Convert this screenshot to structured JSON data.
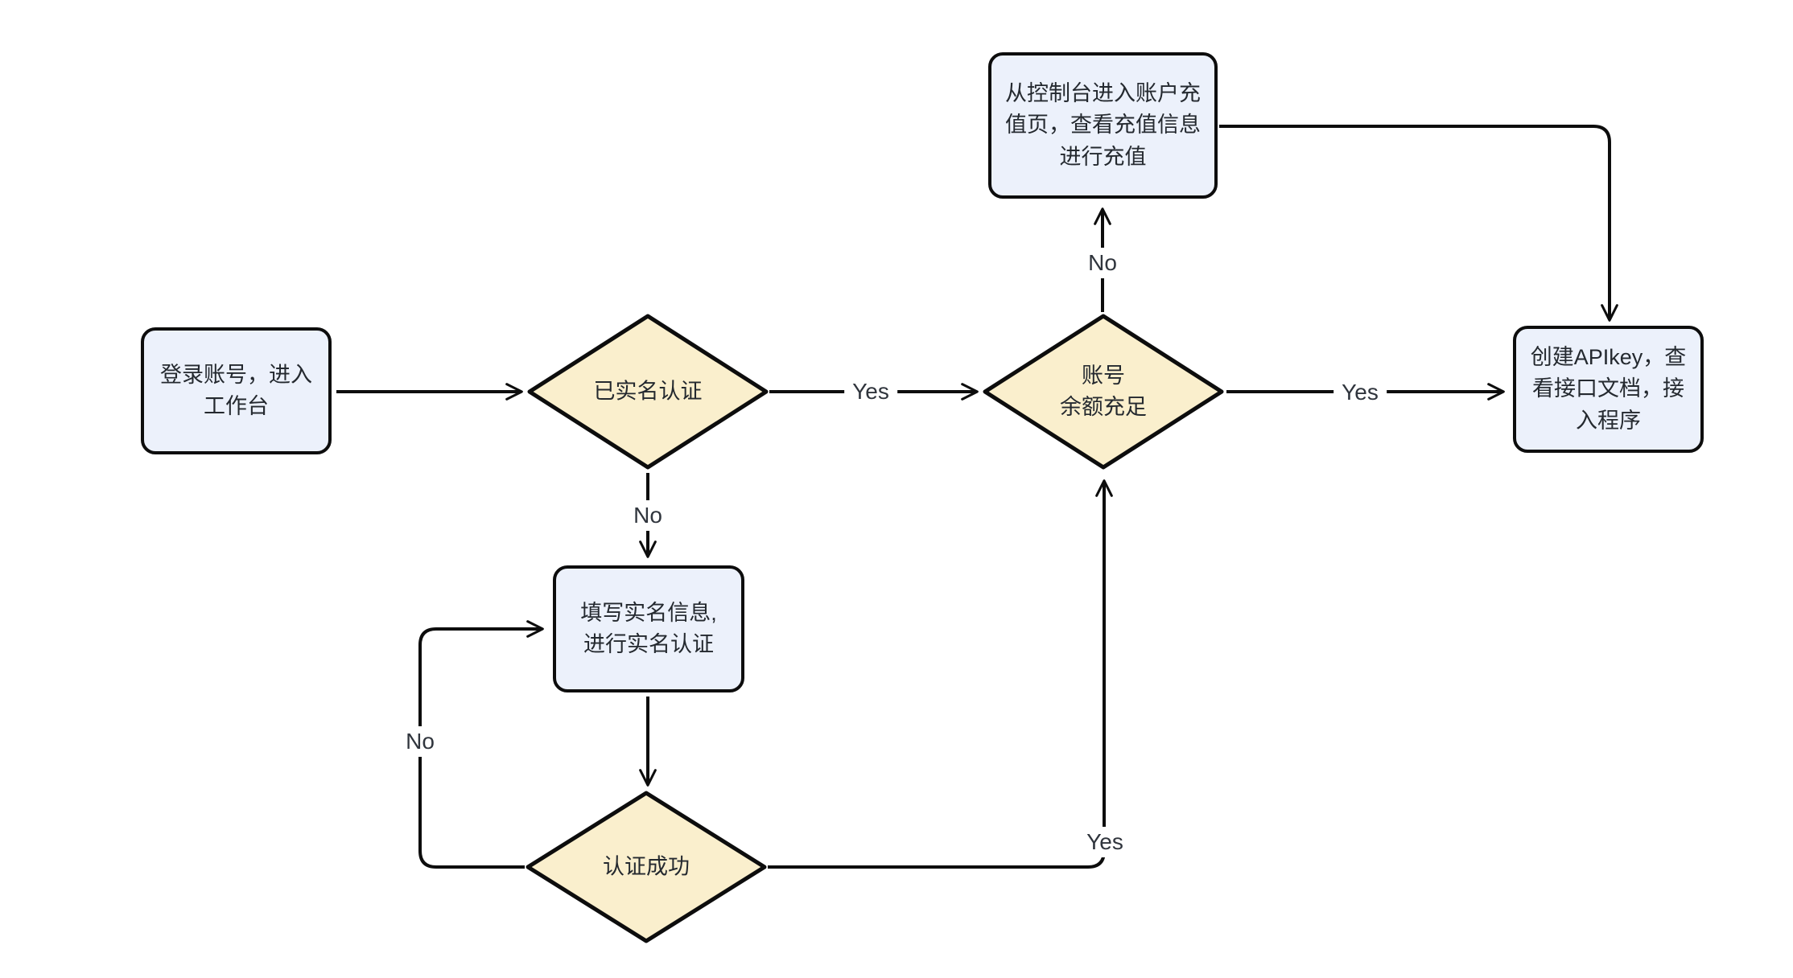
{
  "canvas": {
    "background": "#ffffff"
  },
  "palette": {
    "process_fill": "#ecf1fb",
    "decision_fill": "#faefcd",
    "stroke": "#0d0d0d",
    "node_text": "#24292f",
    "edge_label_text": "#30353d"
  },
  "nodes": {
    "login": {
      "type": "process",
      "label": "登录账号，进入\n工作台"
    },
    "realname": {
      "type": "decision",
      "label": "已实名认证"
    },
    "fill_info": {
      "type": "process",
      "label": "填写实名信息,\n进行实名认证"
    },
    "auth_success": {
      "type": "decision",
      "label": "认证成功"
    },
    "balance": {
      "type": "decision",
      "label": "账号\n余额充足"
    },
    "recharge": {
      "type": "process",
      "label": "从控制台进入账户充\n值页，查看充值信息\n进行充值"
    },
    "apikey": {
      "type": "process",
      "label": "创建APIkey，查\n看接口文档，接\n入程序"
    }
  },
  "edges": {
    "realname_yes": {
      "label": "Yes"
    },
    "realname_no": {
      "label": "No"
    },
    "fill_loop_no": {
      "label": "No"
    },
    "auth_yes": {
      "label": "Yes"
    },
    "balance_no": {
      "label": "No"
    },
    "balance_yes": {
      "label": "Yes"
    }
  }
}
